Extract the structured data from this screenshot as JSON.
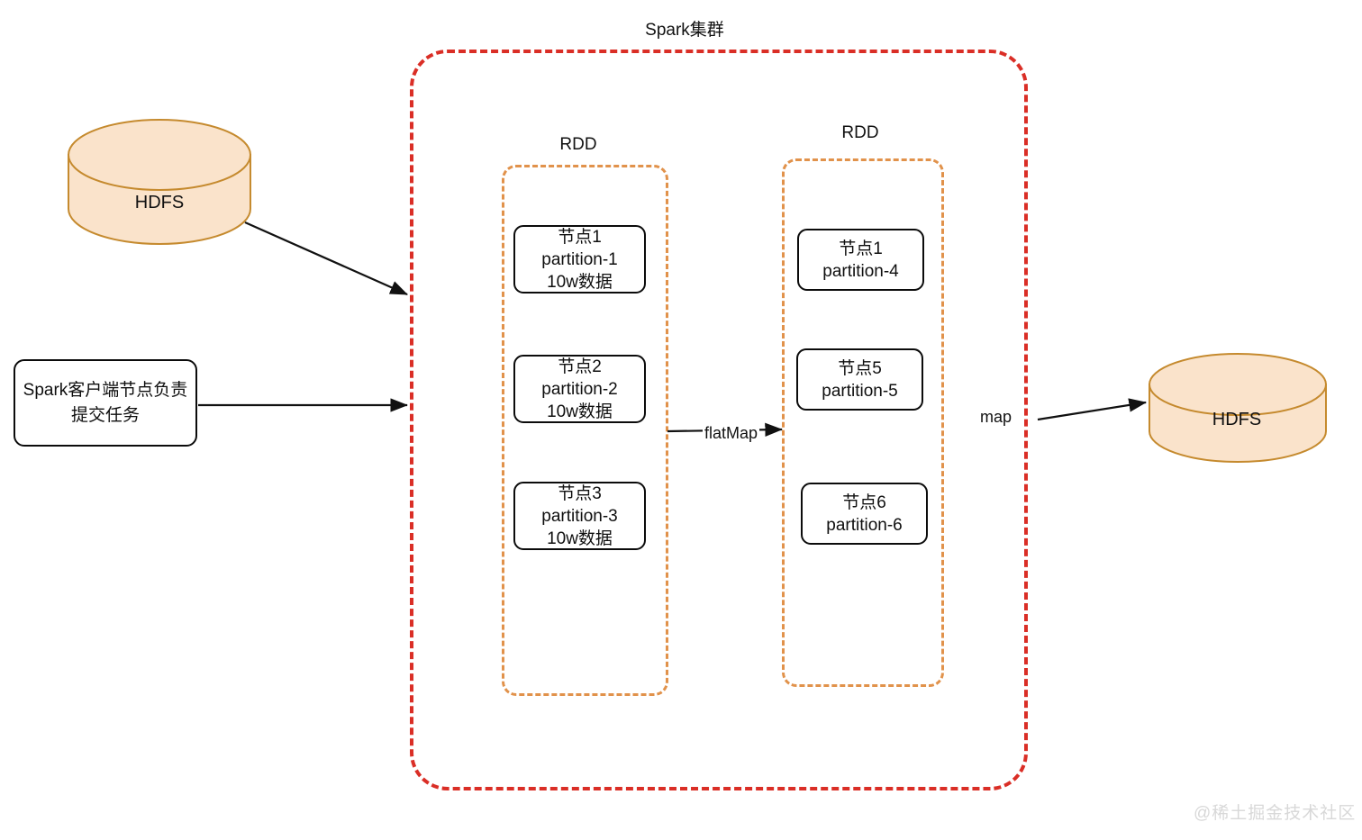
{
  "diagram": {
    "title": "Spark集群",
    "watermark": "@稀土掘金技术社区",
    "colors": {
      "cluster_border": "#da2e26",
      "rdd_border": "#e1924b",
      "cylinder_fill": "#fae3cb",
      "cylinder_stroke": "#c58a2e",
      "node_border": "#0b0b0b",
      "arrow": "#111111",
      "watermark": "#d8d8d8"
    }
  },
  "storage": {
    "source": {
      "label": "HDFS"
    },
    "sink": {
      "label": "HDFS"
    }
  },
  "client": {
    "lines": [
      "Spark客户端节点负责",
      "提交任务"
    ]
  },
  "rdds": [
    {
      "caption": "RDD",
      "nodes": [
        {
          "lines": [
            "节点1",
            "partition-1",
            "10w数据"
          ]
        },
        {
          "lines": [
            "节点2",
            "partition-2",
            "10w数据"
          ]
        },
        {
          "lines": [
            "节点3",
            "partition-3",
            "10w数据"
          ]
        }
      ]
    },
    {
      "caption": "RDD",
      "nodes": [
        {
          "lines": [
            "节点1",
            "partition-4"
          ]
        },
        {
          "lines": [
            "节点5",
            "partition-5"
          ]
        },
        {
          "lines": [
            "节点6",
            "partition-6"
          ]
        }
      ]
    }
  ],
  "transforms": [
    {
      "label": "flatMap"
    },
    {
      "label": "map"
    }
  ]
}
